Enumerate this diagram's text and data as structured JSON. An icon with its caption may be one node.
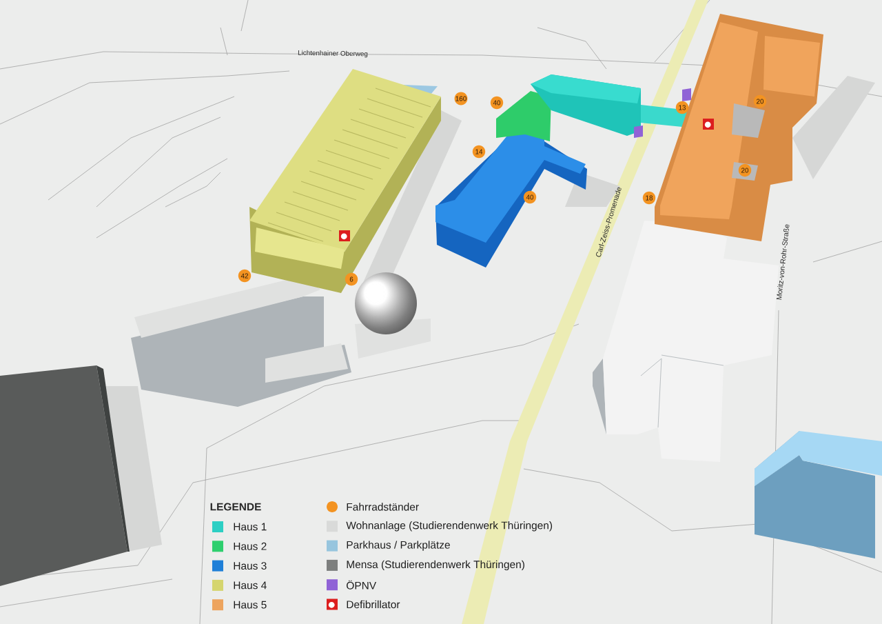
{
  "diagram": {
    "nodes": [
      {
        "text": [
          "160"
        ]
      },
      {
        "text": [
          "40"
        ]
      },
      {
        "text": [
          "13"
        ]
      },
      {
        "text": [
          "20"
        ]
      },
      {
        "text": [
          "14"
        ]
      },
      {
        "text": [
          "20"
        ]
      },
      {
        "text": [
          "40"
        ]
      },
      {
        "text": [
          "18"
        ]
      },
      {
        "text": [
          "42"
        ]
      },
      {
        "text": [
          "6"
        ]
      }
    ],
    "labels": [
      "Lichtenhainer Oberweg",
      "Carl-Zeiss-Promenade",
      "Moritz-von-Rohr-Straße",
      "LEGENDE"
    ],
    "legend": [
      {
        "text": "Haus 1",
        "color": "#2dcfc4"
      },
      {
        "text": "Haus 2",
        "color": "#2ecf6e"
      },
      {
        "text": "Haus 3",
        "color": "#1f7fd8"
      },
      {
        "text": "Haus 4",
        "color": "#d5d56e"
      },
      {
        "text": "Haus 5",
        "color": "#eda45e"
      },
      {
        "text": "Fahrradständer",
        "color": "#f39321"
      },
      {
        "text": "Wohnanlage (Studierendenwerk Thüringen)",
        "color": "#d9dad9"
      },
      {
        "text": "Parkhaus / Parkplätze",
        "color": "#97c5de"
      },
      {
        "text": "Mensa (Studierendenwerk Thüringen)",
        "color": "#7d7f7e"
      },
      {
        "text": "ÖPNV",
        "color": "#9063d6"
      },
      {
        "text": "Defibrillator"
      }
    ]
  }
}
